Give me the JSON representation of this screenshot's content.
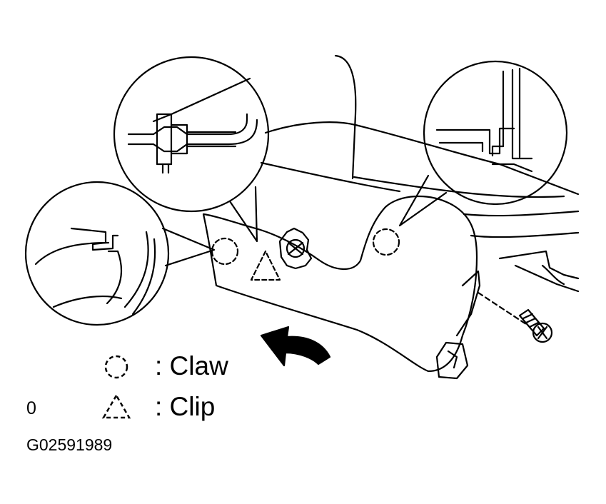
{
  "legend": {
    "claw_label": ": Claw",
    "clip_label": ": Clip"
  },
  "labels": {
    "zero": "0",
    "figure_code": "G02591989"
  },
  "icons": [
    "claw-symbol-icon",
    "clip-symbol-icon",
    "push-direction-arrow-icon",
    "screw-icon",
    "knob-icon"
  ],
  "colors": {
    "line": "#000000",
    "background": "#ffffff"
  }
}
